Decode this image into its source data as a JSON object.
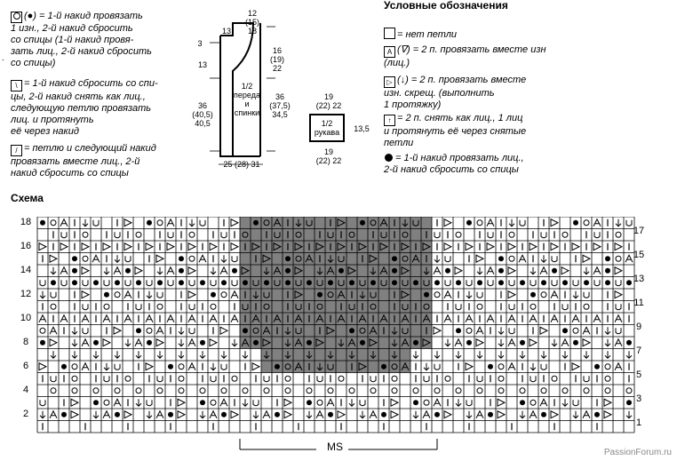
{
  "legend_left": [
    {
      "icon": "ring-in-square",
      "lines": [
        "(●) = 1-й накид провязать",
        "1 изн., 2-й накид сбросить",
        "со спицы (1-й накид провя-",
        "зать лиц., 2-й накид сбросить",
        "со спицы)"
      ]
    },
    {
      "icon": "backslash",
      "lines": [
        "= 1-й накид сбросить со спи-",
        "цы, 2-й накид снять как лиц.,",
        "следующую петлю провязать",
        "лиц. и протянуть",
        "её через накид"
      ]
    },
    {
      "icon": "slash",
      "lines": [
        "= петлю и следующий накид",
        "провязать вместе лиц., 2-й",
        "накид сбросить со спицы"
      ]
    }
  ],
  "legend_right": {
    "title": "Условные обозначения",
    "items": [
      {
        "icon": "empty",
        "lines": [
          "= нет петли"
        ]
      },
      {
        "icon": "a-triangle",
        "lines": [
          "(∇) = 2 п. провязать вместе изн",
          "(лиц.)"
        ]
      },
      {
        "icon": "b-triangle",
        "lines": [
          "(↓) = 2 п. провязать вместе",
          "изн. скрещ. (выполнить",
          "1 протяжку)"
        ]
      },
      {
        "icon": "up-arrow",
        "lines": [
          "= 2 п. снять как лиц., 1 лиц",
          "и протянуть её через снятые",
          "петли"
        ]
      },
      {
        "icon": "dot",
        "lines": [
          "= 1-й накид провязать лиц.,",
          "2-й накид сбросить со спицы"
        ]
      }
    ]
  },
  "pattern": {
    "front_label": [
      "1/2",
      "переда",
      "и",
      "спинки"
    ],
    "sleeve_label": [
      "1/2",
      "рукава"
    ],
    "dims": {
      "top_left": "13",
      "neck": [
        "12",
        "(15)",
        "18"
      ],
      "left_small": "3",
      "left_mid": "13",
      "left_big": [
        "36",
        "(40,5)",
        "40,5"
      ],
      "right_top": [
        "16",
        "(19)",
        "22"
      ],
      "right_big": [
        "36",
        "(37,5)",
        "34,5"
      ],
      "bottom": "25 (28) 31",
      "sleeve_top": [
        "19",
        "(22) 22"
      ],
      "sleeve_bottom": [
        "19",
        "(22) 22"
      ],
      "sleeve_right": "13,5"
    }
  },
  "scheme": {
    "title": "Схема",
    "left_rows": [
      "18",
      "16",
      "14",
      "12",
      "10",
      "8",
      "6",
      "4",
      "2"
    ],
    "right_rows": [
      "17",
      "15",
      "13",
      "11",
      "9",
      "7",
      "5",
      "3",
      "1"
    ],
    "repeat_label": "MS",
    "stray_mark": "."
  },
  "watermark": "PassionForum.ru"
}
